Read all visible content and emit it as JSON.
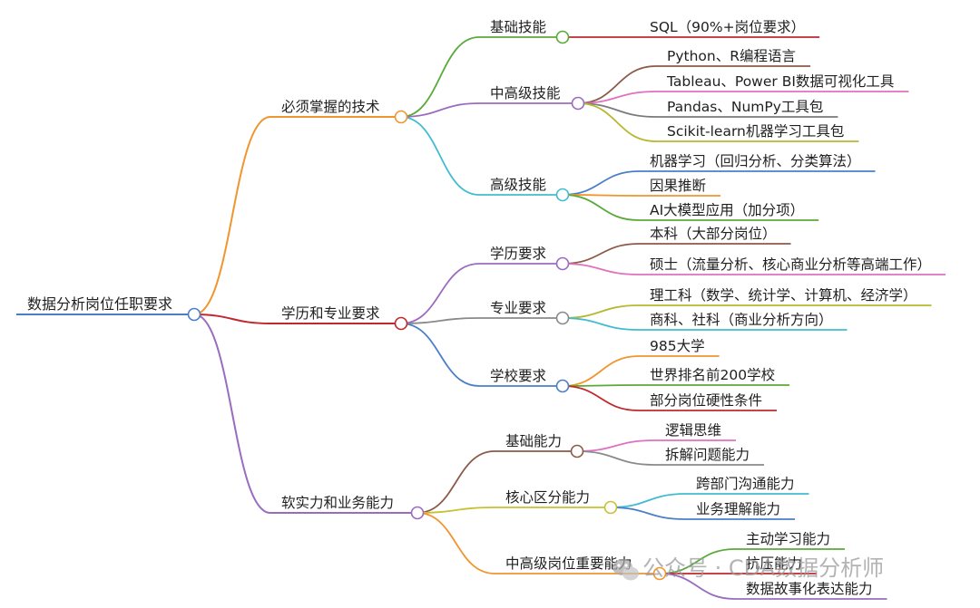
{
  "root": {
    "label": "数据分析岗位任职要求",
    "color": "#4a7fc8"
  },
  "branches": [
    {
      "label": "必须掌握的技术",
      "color": "#f0952f",
      "children": [
        {
          "label": "基础技能",
          "color": "#5aaa3a",
          "children": [
            {
              "label": "SQL（90%+岗位要求）",
              "color": "#c0282d"
            }
          ]
        },
        {
          "label": "中高级技能",
          "color": "#9b6bc0",
          "children": [
            {
              "label": "Python、R编程语言",
              "color": "#8b5a48"
            },
            {
              "label": "Tableau、Power BI数据可视化工具",
              "color": "#e070c0"
            },
            {
              "label": "Pandas、NumPy工具包",
              "color": "#7a7a7a"
            },
            {
              "label": "Scikit-learn机器学习工具包",
              "color": "#b8b830"
            }
          ]
        },
        {
          "label": "高级技能",
          "color": "#40bcd0",
          "children": [
            {
              "label": "机器学习（回归分析、分类算法）",
              "color": "#4a7fc8"
            },
            {
              "label": "因果推断",
              "color": "#f0952f"
            },
            {
              "label": "AI大模型应用（加分项）",
              "color": "#5aaa3a"
            }
          ]
        }
      ]
    },
    {
      "label": "学历和专业要求",
      "color": "#c0282d",
      "children": [
        {
          "label": "学历要求",
          "color": "#9b6bc0",
          "children": [
            {
              "label": "本科（大部分岗位）",
              "color": "#8b5a48"
            },
            {
              "label": "硕士（流量分析、核心商业分析等高端工作）",
              "color": "#e070c0"
            }
          ]
        },
        {
          "label": "专业要求",
          "color": "#8a8a8a",
          "children": [
            {
              "label": "理工科（数学、统计学、计算机、经济学）",
              "color": "#b8b830"
            },
            {
              "label": "商科、社科（商业分析方向）",
              "color": "#40bcd0"
            }
          ]
        },
        {
          "label": "学校要求",
          "color": "#4a7fc8",
          "children": [
            {
              "label": "985大学",
              "color": "#f0952f"
            },
            {
              "label": "世界排名前200学校",
              "color": "#5aaa3a"
            },
            {
              "label": "部分岗位硬性条件",
              "color": "#c0282d"
            }
          ]
        }
      ]
    },
    {
      "label": "软实力和业务能力",
      "color": "#9b6bc0",
      "children": [
        {
          "label": "基础能力",
          "color": "#8b5a48",
          "children": [
            {
              "label": "逻辑思维",
              "color": "#e070c0"
            },
            {
              "label": "拆解问题能力",
              "color": "#8a8a8a"
            }
          ]
        },
        {
          "label": "核心区分能力",
          "color": "#c8c030",
          "children": [
            {
              "label": "跨部门沟通能力",
              "color": "#40bcd0"
            },
            {
              "label": "业务理解能力",
              "color": "#4a7fc8"
            }
          ]
        },
        {
          "label": "中高级岗位重要能力",
          "color": "#f0952f",
          "children": [
            {
              "label": "主动学习能力",
              "color": "#5aaa3a"
            },
            {
              "label": "抗压能力",
              "color": "#c0282d"
            },
            {
              "label": "数据故事化表达能力",
              "color": "#9b6bc0"
            }
          ]
        }
      ]
    }
  ],
  "watermark": "公众号 · CDA数据分析师"
}
